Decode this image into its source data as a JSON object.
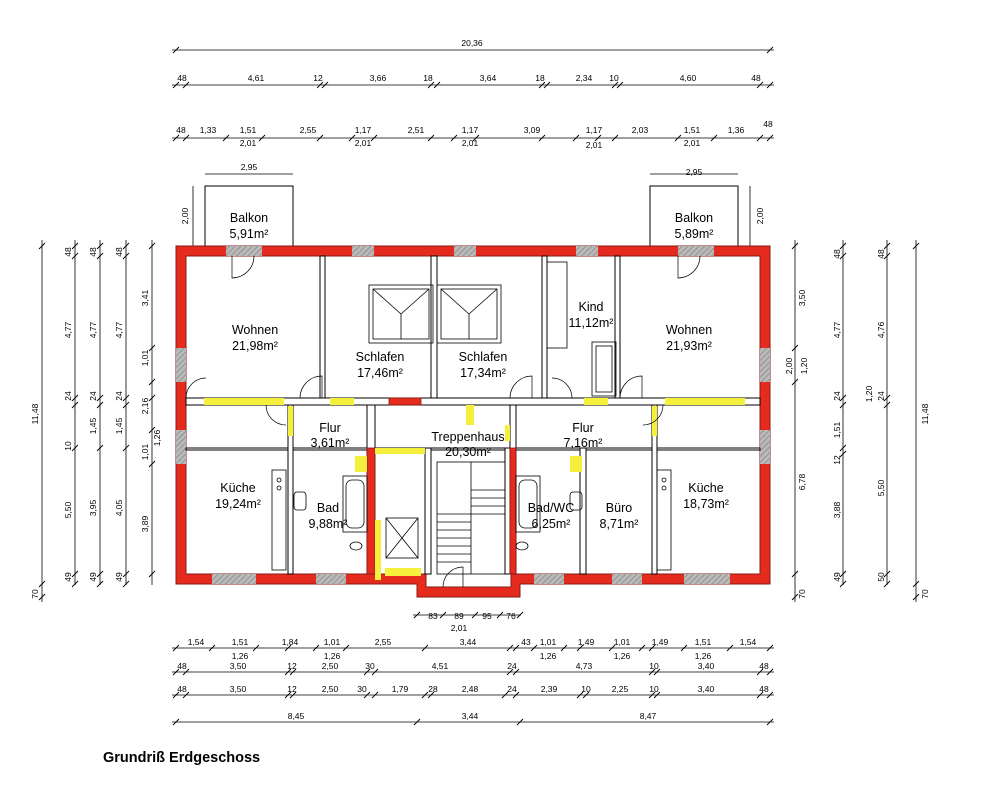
{
  "caption": "Grundriß Erdgeschoss",
  "rooms": [
    {
      "id": "balkon-left",
      "name": "Balkon",
      "area": "5,91m²"
    },
    {
      "id": "balkon-right",
      "name": "Balkon",
      "area": "5,89m²"
    },
    {
      "id": "wohnen-left",
      "name": "Wohnen",
      "area": "21,98m²"
    },
    {
      "id": "schlafen-left",
      "name": "Schlafen",
      "area": "17,46m²"
    },
    {
      "id": "schlafen-right",
      "name": "Schlafen",
      "area": "17,34m²"
    },
    {
      "id": "kind",
      "name": "Kind",
      "area": "11,12m²"
    },
    {
      "id": "wohnen-right",
      "name": "Wohnen",
      "area": "21,93m²"
    },
    {
      "id": "flur-left",
      "name": "Flur",
      "area": "3,61m²"
    },
    {
      "id": "treppenhaus",
      "name": "Treppenhaus",
      "area": "20,30m²"
    },
    {
      "id": "flur-right",
      "name": "Flur",
      "area": "7,16m²"
    },
    {
      "id": "kueche-left",
      "name": "Küche",
      "area": "19,24m²"
    },
    {
      "id": "bad",
      "name": "Bad",
      "area": "9,88m²"
    },
    {
      "id": "bad-wc",
      "name": "Bad/WC",
      "area": "6,25m²"
    },
    {
      "id": "buero",
      "name": "Büro",
      "area": "8,71m²"
    },
    {
      "id": "kueche-right",
      "name": "Küche",
      "area": "18,73m²"
    }
  ],
  "dimensions": {
    "top_total": "20,36",
    "top_row1": [
      "48",
      "4,61",
      "12",
      "3,66",
      "18",
      "3,64",
      "18",
      "2,34",
      "10",
      "4,60",
      "48"
    ],
    "top_row2_upper": [
      "48",
      "1,33",
      "1,51",
      "2,55",
      "1,17",
      "2,51",
      "1,17",
      "3,09",
      "1,17",
      "2,03",
      "1,51",
      "1,36",
      "48"
    ],
    "top_row2_lower": [
      "2,01",
      "2,01",
      "2,01",
      "2,01",
      "2,01"
    ],
    "balcony_width": [
      "2,95",
      "2,95"
    ],
    "balcony_depth": [
      "2,00",
      "2,00"
    ],
    "left_outer_total": "11,48",
    "left_col1": [
      "48",
      "4,77",
      "24",
      "10",
      "5,50",
      "49",
      "70"
    ],
    "left_col2": [
      "48",
      "4,77",
      "24",
      "1,45",
      "3,95",
      "49"
    ],
    "left_col3": [
      "48",
      "4,77",
      "24",
      "1,45",
      "4,05",
      "49"
    ],
    "left_col4": [
      "3,41",
      "1,01",
      "2,16",
      "1,01",
      "1,26",
      "3,89"
    ],
    "right_col1": [
      "3,50",
      "2,00",
      "6,78",
      "70"
    ],
    "right_col1b": [
      "1,20"
    ],
    "right_col2": [
      "48",
      "4,77",
      "24",
      "1,51",
      "12",
      "3,88",
      "49"
    ],
    "right_col3": [
      "48",
      "4,76",
      "24",
      "1,20",
      "5,50",
      "50"
    ],
    "right_outer_total": "11,48",
    "right_outer_extra": [
      "70"
    ],
    "entrance": [
      "83",
      "89",
      "95",
      "76"
    ],
    "entrance_total": "2,01",
    "bottom_row1_upper": [
      "1,54",
      "1,51",
      "1,84",
      "1,01",
      "2,55",
      "3,44",
      "43",
      "1,01",
      "1,49",
      "1,01",
      "1,49",
      "1,51",
      "1,54"
    ],
    "bottom_row1_lower": [
      "1,26",
      "1,26",
      "1,26",
      "1,26",
      "1,26"
    ],
    "bottom_row2": [
      "48",
      "3,50",
      "12",
      "2,50",
      "30",
      "4,51",
      "24",
      "4,73",
      "10",
      "3,40",
      "48"
    ],
    "bottom_row3": [
      "48",
      "3,50",
      "12",
      "2,50",
      "30",
      "1,79",
      "28",
      "2,48",
      "24",
      "2,39",
      "10",
      "2,25",
      "10",
      "3,40",
      "48"
    ],
    "bottom_total": [
      "8,45",
      "3,44",
      "8,47"
    ]
  },
  "colors": {
    "wall": "#e52b1e",
    "wall_edge": "#8a1a12",
    "window_gray": "#9a9a9a",
    "door_yellow": "#f5f03c",
    "line": "#000000"
  }
}
